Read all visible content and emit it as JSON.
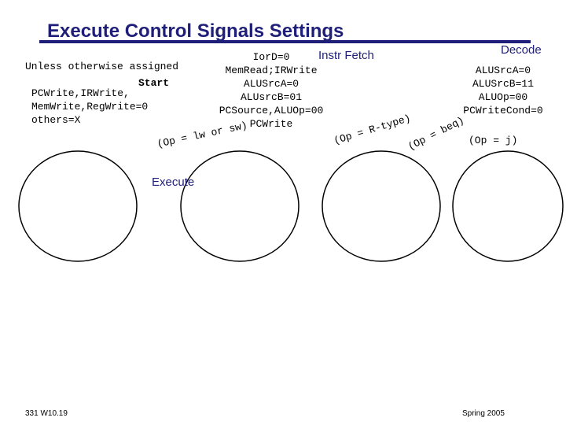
{
  "slide": {
    "title": "Execute Control Signals Settings",
    "colors": {
      "title": "#1f1f7a",
      "ink": "#000000",
      "background": "#ffffff"
    }
  },
  "notes": {
    "line1": "Unless otherwise assigned",
    "start": "Start",
    "line2": "PCWrite,IRWrite,",
    "line3": "MemWrite,RegWrite=0",
    "line4": "others=X"
  },
  "states": {
    "instr_fetch": {
      "label": "Instr Fetch",
      "signals": [
        "IorD=0",
        "MemRead;IRWrite",
        "ALUSrcA=0",
        "ALUsrcB=01",
        "PCSource,ALUOp=00",
        "PCWrite"
      ]
    },
    "decode": {
      "label": "Decode",
      "signals": [
        "ALUSrcA=0",
        "ALUSrcB=11",
        "ALUOp=00",
        "PCWriteCond=0"
      ]
    },
    "execute": {
      "label": "Execute"
    }
  },
  "transitions": {
    "lw_sw": "(Op = lw or sw)",
    "r_type": "(Op = R-type)",
    "beq": "(Op = beq)",
    "j": "(Op = j)"
  },
  "footer": {
    "left": "331 W10.19",
    "right": "Spring 2005"
  }
}
